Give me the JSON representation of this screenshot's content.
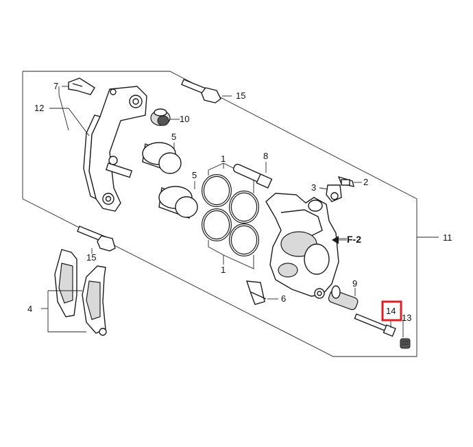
{
  "callouts": {
    "c1a": "1",
    "c1b": "1",
    "c2": "2",
    "c3": "3",
    "c4": "4",
    "c5a": "5",
    "c5b": "5",
    "c6": "6",
    "c7": "7",
    "c8": "8",
    "c9": "9",
    "c10": "10",
    "c11": "11",
    "c12": "12",
    "c13": "13",
    "c14": "14",
    "c15a": "15",
    "c15b": "15",
    "f2": "F-2"
  },
  "highlight": {
    "part": "14",
    "color": "#e01e24"
  },
  "colors": {
    "line": "#222222",
    "part_fill": "#ffffff",
    "shade": "#d9d9d9"
  }
}
